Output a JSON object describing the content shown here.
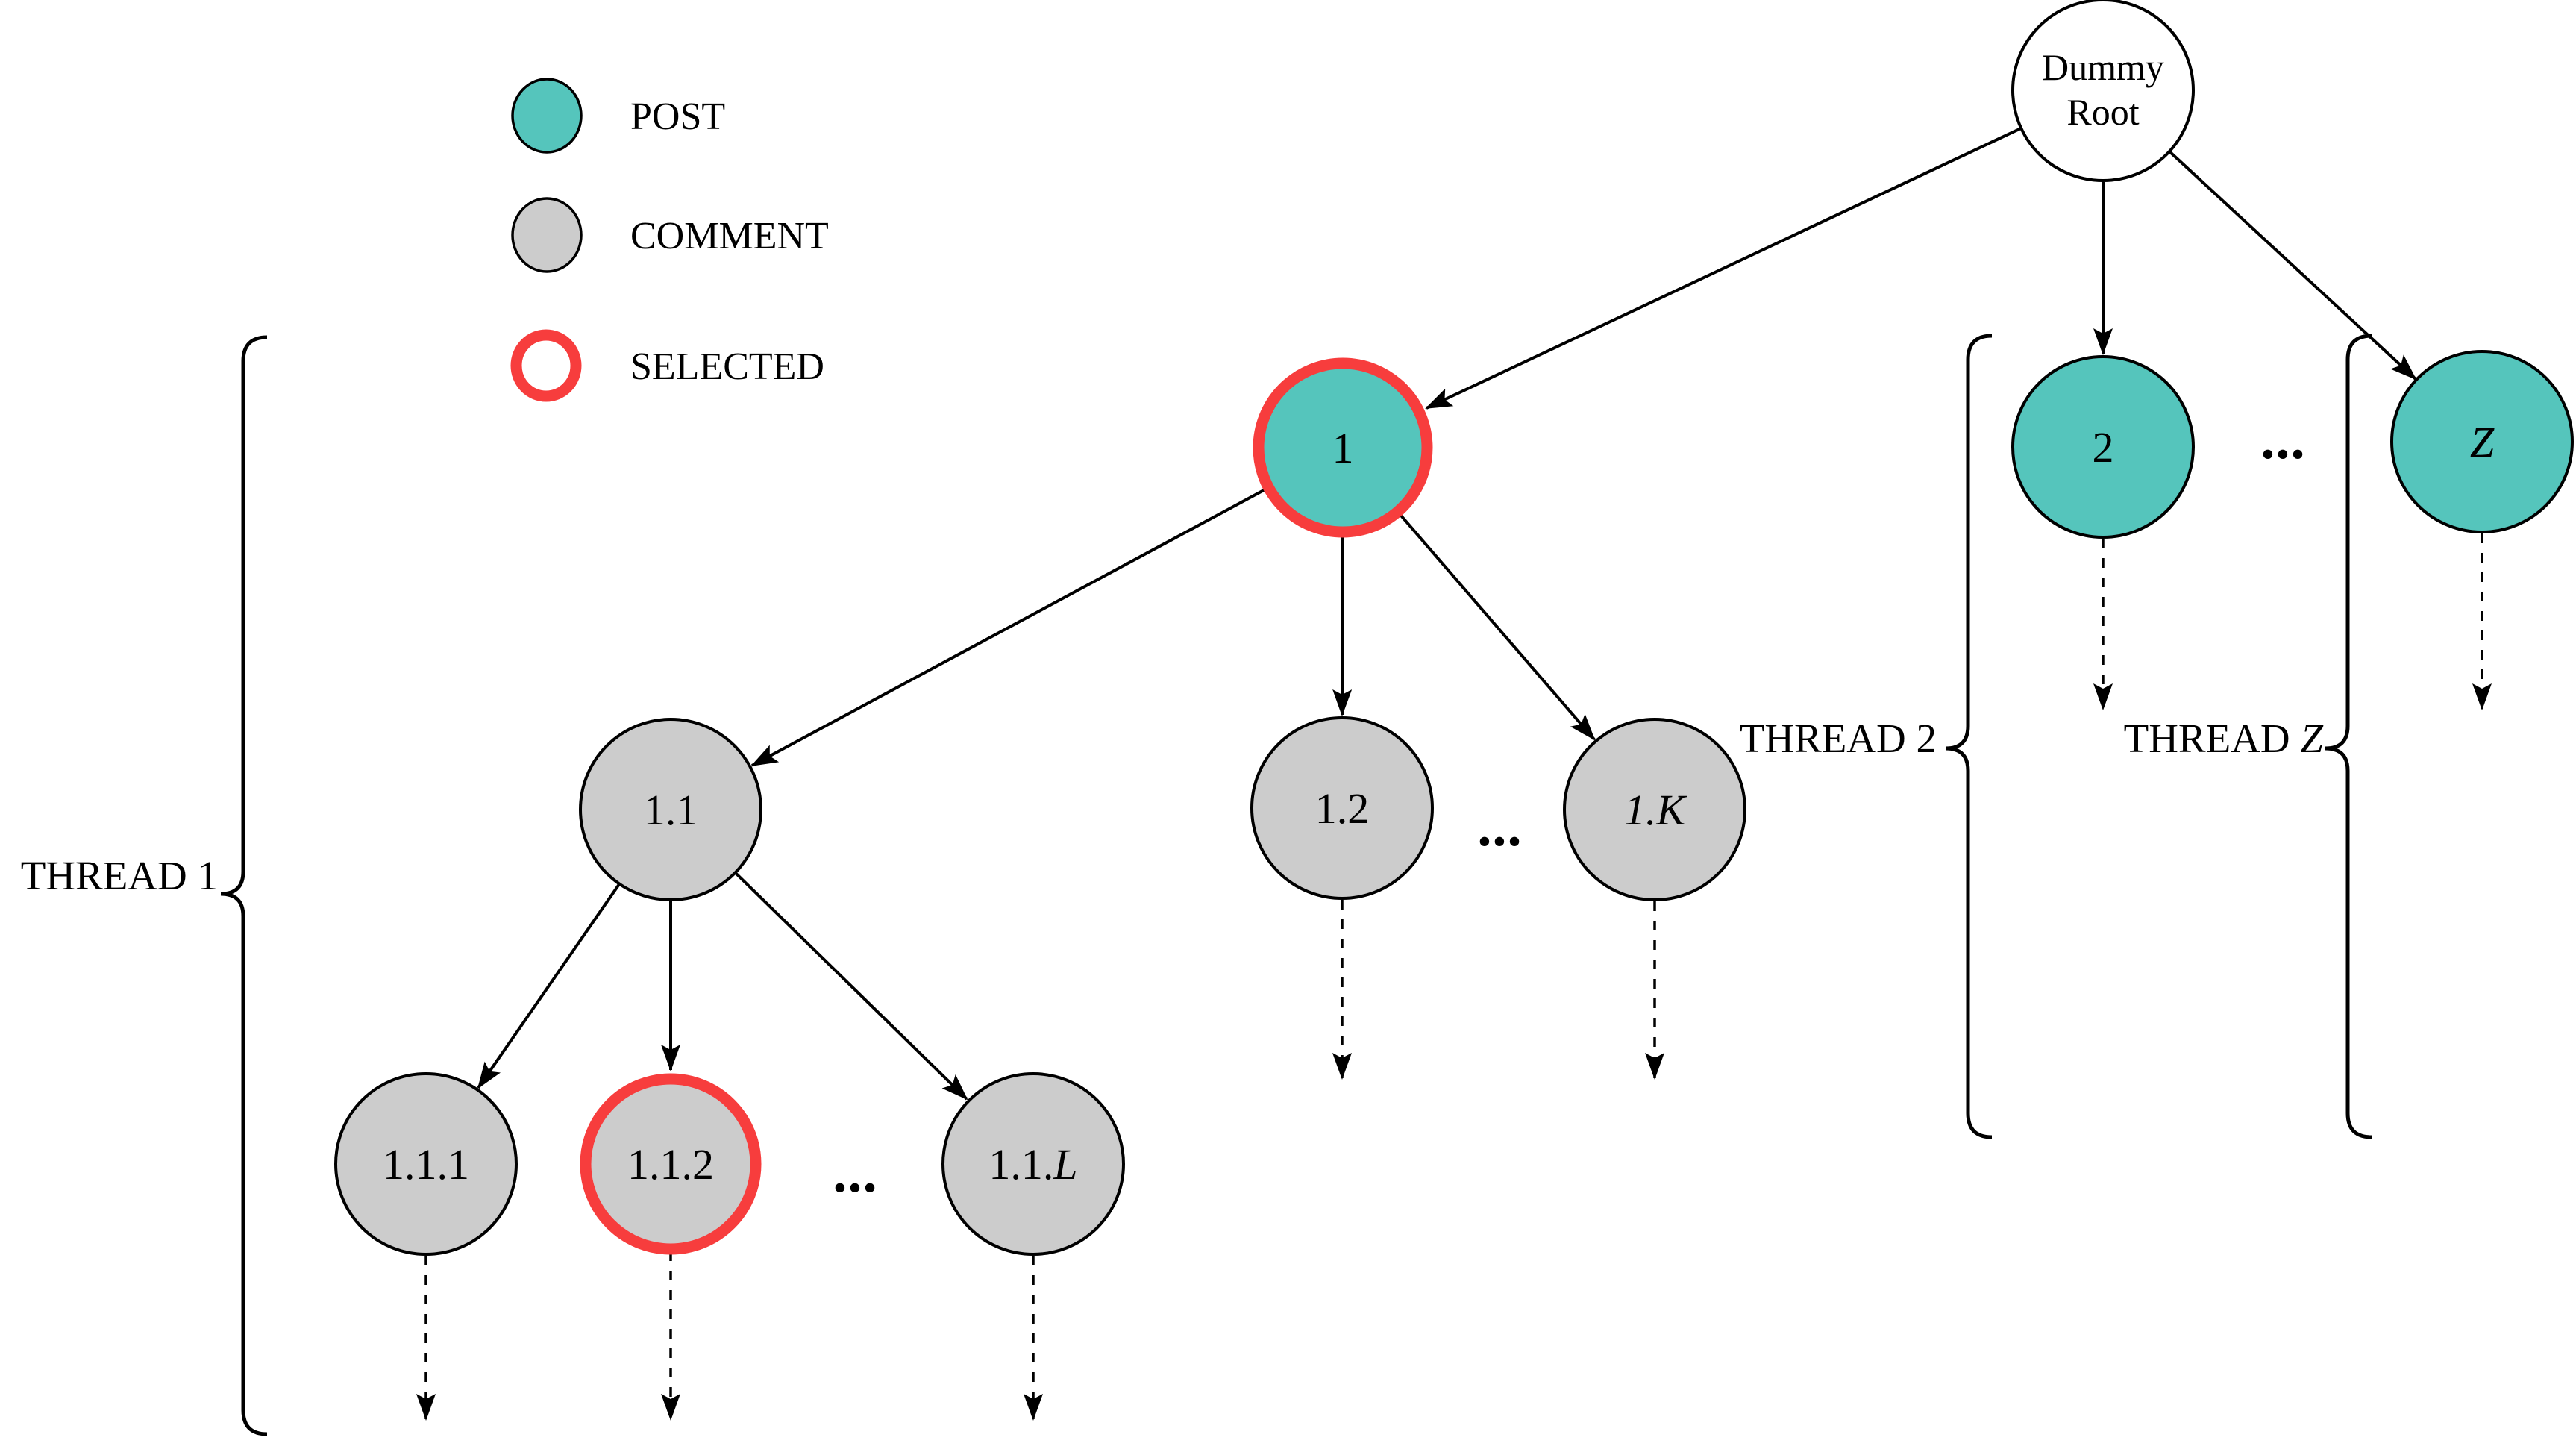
{
  "colors": {
    "post": "#55c5bc",
    "comment": "#cccccc",
    "selected": "#f73d3d",
    "outline": "#000000"
  },
  "legend": {
    "items": [
      {
        "id": "post",
        "label": "POST"
      },
      {
        "id": "comment",
        "label": "COMMENT"
      },
      {
        "id": "selected",
        "label": "SELECTED"
      }
    ]
  },
  "tree": {
    "root": {
      "label_line1": "Dummy",
      "label_line2": "Root"
    },
    "nodes": {
      "n1": {
        "label": "1"
      },
      "n2": {
        "label": "2"
      },
      "nZ": {
        "label": "Z"
      },
      "n11": {
        "label": "1.1"
      },
      "n12": {
        "label": "1.2"
      },
      "n1K": {
        "label": "1.K"
      },
      "n111": {
        "label": "1.1.1"
      },
      "n112": {
        "label": "1.1.2"
      },
      "n11L": {
        "label_prefix": "1.1.",
        "label_var": "L"
      }
    },
    "ellipsis": "•••"
  },
  "threads": {
    "t1": {
      "label": "THREAD 1"
    },
    "t2": {
      "label": "THREAD 2"
    },
    "tz": {
      "label_prefix": "THREAD ",
      "label_var": "Z"
    }
  }
}
